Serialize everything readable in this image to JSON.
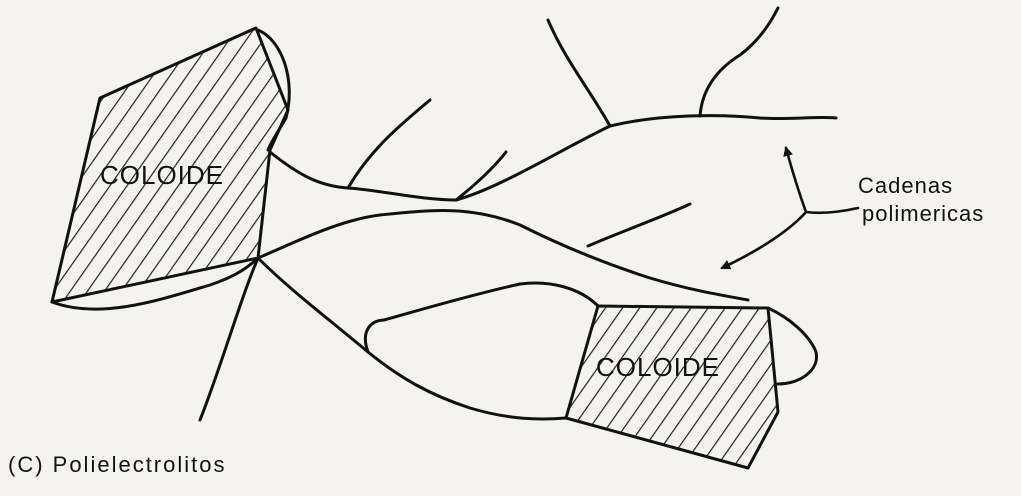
{
  "colloid_label_left": "COLOIDE",
  "colloid_label_right": "COLOIDE",
  "annotation": {
    "line1": "Cadenas",
    "line2": "polimericas"
  },
  "caption": "(C) Polielectrolitos",
  "colors": {
    "ink": "#111111",
    "paper": "#f4f3ef"
  }
}
